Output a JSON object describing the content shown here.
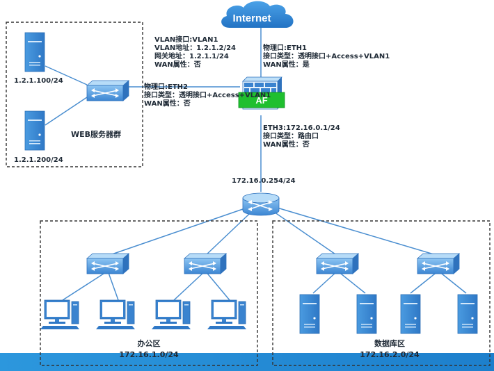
{
  "internet": {
    "label": "Internet"
  },
  "firewall": {
    "label": "AF"
  },
  "wan_port": {
    "line1": "物理口:ETH1",
    "line2": "接口类型：透明接口+Access+VLAN1",
    "line3": "WAN属性：是"
  },
  "vlan_info": {
    "line1": "VLAN接口:VLAN1",
    "line2": "VLAN地址：1.2.1.2/24",
    "line3": "网关地址：1.2.1.1/24",
    "line4": "WAN属性：否"
  },
  "eth2_info": {
    "line1": "物理口:ETH2",
    "line2": "接口类型：透明接口+Access+VLAN1",
    "line3": "WAN属性：否"
  },
  "eth3_info": {
    "line1": "ETH3:172.16.0.1/24",
    "line2": "接口类型：路由口",
    "line3": "WAN属性：否"
  },
  "core_switch": {
    "ip": "172.16.0.254/24"
  },
  "web_group": {
    "title": "WEB服务器群",
    "server1_ip": "1.2.1.100/24",
    "server2_ip": "1.2.1.200/24"
  },
  "office": {
    "name": "办公区",
    "subnet": "172.16.1.0/24"
  },
  "database": {
    "name": "数据库区",
    "subnet": "172.16.2.0/24"
  },
  "colors": {
    "cloud": "#2f86d6",
    "device": "#3f8fd8",
    "line": "#4a8ed0",
    "af_green": "#1fbf2f",
    "bottom_band": "#1f8fd6"
  }
}
